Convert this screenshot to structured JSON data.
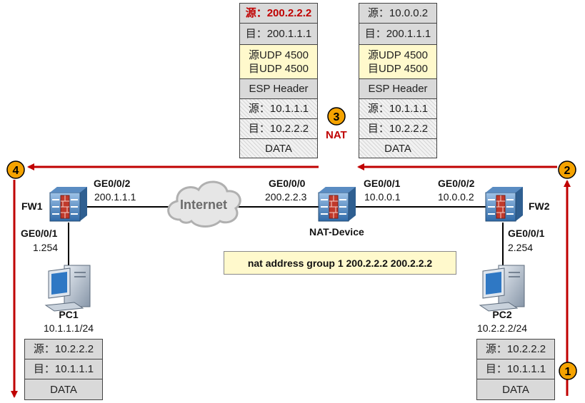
{
  "packets": {
    "top_left": {
      "src": "源：200.2.2.2",
      "dst": "目：200.1.1.1",
      "udp": [
        "源UDP 4500",
        "目UDP 4500"
      ],
      "esp": "ESP Header",
      "inner_src": "源：10.1.1.1",
      "inner_dst": "目：10.2.2.2",
      "data": "DATA"
    },
    "top_right": {
      "src": "源：10.0.0.2",
      "dst": "目：200.1.1.1",
      "udp": [
        "源UDP 4500",
        "目UDP 4500"
      ],
      "esp": "ESP Header",
      "inner_src": "源：10.1.1.1",
      "inner_dst": "目：10.2.2.2",
      "data": "DATA"
    },
    "bottom_left": {
      "src": "源：10.2.2.2",
      "dst": "目：10.1.1.1",
      "data": "DATA"
    },
    "bottom_right": {
      "src": "源：10.2.2.2",
      "dst": "目：10.1.1.1",
      "data": "DATA"
    }
  },
  "devices": {
    "fw1": {
      "name": "FW1",
      "port_top": "GE0/0/2",
      "ip_top": "200.1.1.1",
      "port_bottom": "GE0/0/1",
      "ip_bottom": "1.254"
    },
    "fw2": {
      "name": "FW2",
      "port_top": "GE0/0/2",
      "ip_top": "10.0.0.2",
      "port_bottom": "GE0/0/1",
      "ip_bottom": "2.254"
    },
    "nat": {
      "name": "NAT-Device",
      "port_left": "GE0/0/0",
      "ip_left": "200.2.2.3",
      "port_right": "GE0/0/1",
      "ip_right": "10.0.0.1"
    },
    "internet": "Internet",
    "pc1": {
      "name": "PC1",
      "ip": "10.1.1.1/24"
    },
    "pc2": {
      "name": "PC2",
      "ip": "10.2.2.2/24"
    }
  },
  "nat_label": "NAT",
  "nat_command": "nat address group 1 200.2.2.2 200.2.2.2",
  "steps": [
    "1",
    "2",
    "3",
    "4"
  ],
  "colors": {
    "arrow": "#c00000",
    "step_fill": "#f5a300",
    "highlight_text": "#c00000"
  }
}
